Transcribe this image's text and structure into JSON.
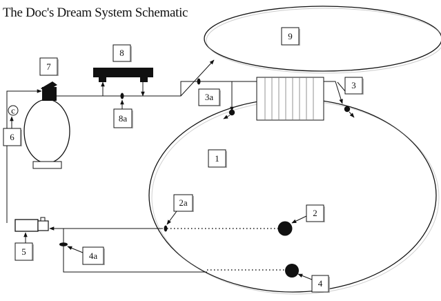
{
  "title": "The Doc's Dream System Schematic",
  "labels": {
    "l1": "1",
    "l2": "2",
    "l2a": "2a",
    "l3": "3",
    "l3a": "3a",
    "l4": "4",
    "l4a": "4a",
    "l5": "5",
    "l6": "6",
    "l7": "7",
    "l8": "8",
    "l8a": "8a",
    "l9": "9",
    "gauge": "c"
  }
}
